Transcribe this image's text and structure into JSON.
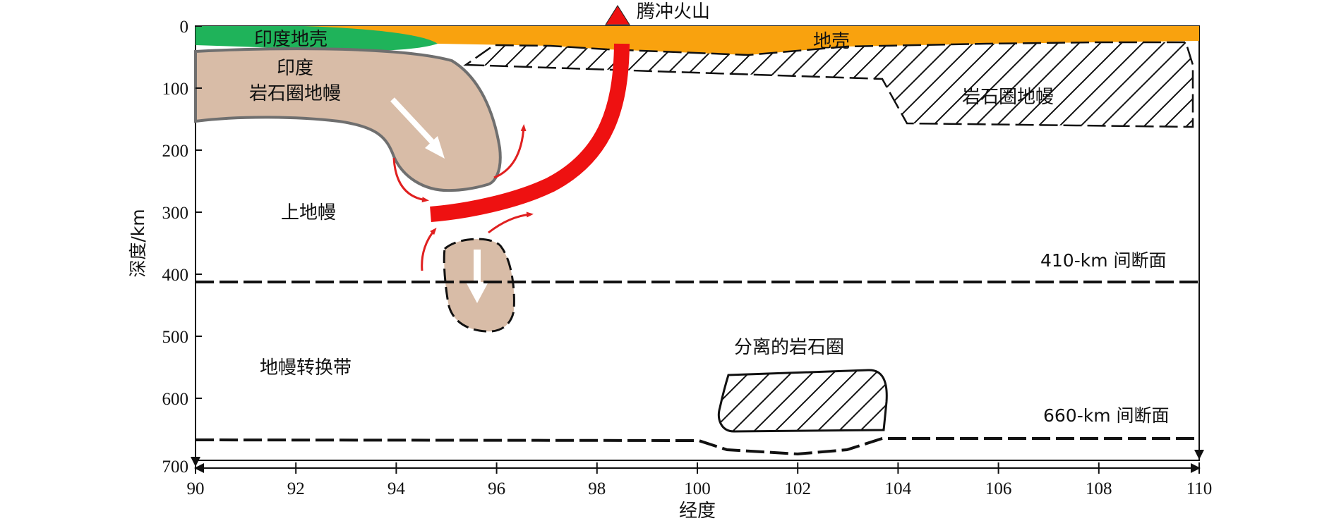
{
  "axes": {
    "y_title": "深度/km",
    "y_ticks": [
      "0",
      "100",
      "200",
      "300",
      "400",
      "500",
      "600",
      "700"
    ],
    "x_title": "经度",
    "x_ticks": [
      "90",
      "92",
      "94",
      "96",
      "98",
      "100",
      "102",
      "104",
      "106",
      "108",
      "110"
    ]
  },
  "labels": {
    "volcano": "腾冲火山",
    "indian_crust": "印度地壳",
    "crust": "地壳",
    "indian_lith_1": "印度",
    "indian_lith_2": "岩石圈地幔",
    "lith_mantle": "岩石圈地幔",
    "upper_mantle": "上地幔",
    "d410": "410-km 间断面",
    "d660": "660-km 间断面",
    "detached": "分离的岩石圈",
    "mtz": "地幔转换带"
  },
  "colors": {
    "indian_crust": "#1fb35a",
    "crust": "#f9a20e",
    "slab": "#d8bca7",
    "slab_outline": "#6f6f6f",
    "magma": "#ee1111",
    "flow": "#e02020"
  }
}
